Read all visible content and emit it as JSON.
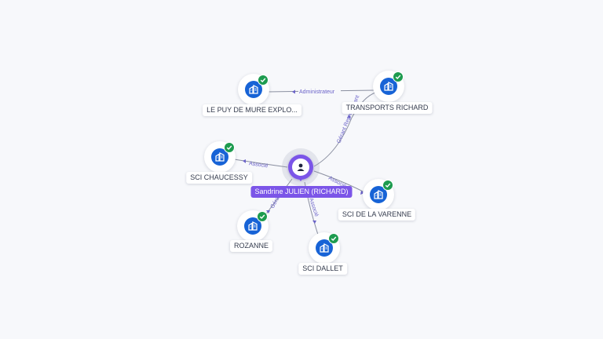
{
  "center": {
    "label": "Sandrine JULIEN (RICHARD)",
    "icon": "person-icon",
    "color": "#7b55e8"
  },
  "nodes": [
    {
      "id": "le-puy",
      "label": "LE PUY DE MURE EXPLO...",
      "icon": "company-building-icon",
      "verified": true
    },
    {
      "id": "transports-richard",
      "label": "TRANSPORTS RICHARD",
      "icon": "company-building-icon",
      "verified": true
    },
    {
      "id": "sci-chaucessy",
      "label": "SCI CHAUCESSY",
      "icon": "company-building-icon",
      "verified": true
    },
    {
      "id": "sci-varenne",
      "label": "SCI DE LA VARENNE",
      "icon": "company-building-icon",
      "verified": true
    },
    {
      "id": "rozanne",
      "label": "ROZANNE",
      "icon": "company-building-icon",
      "verified": true
    },
    {
      "id": "sci-dallet",
      "label": "SCI DALLET",
      "icon": "company-building-icon",
      "verified": true
    }
  ],
  "edges": [
    {
      "from": "transports-richard",
      "to": "le-puy",
      "label": "Administrateur"
    },
    {
      "from": "center",
      "to": "transports-richard",
      "label": "Gérant Représentant"
    },
    {
      "from": "center",
      "to": "sci-chaucessy",
      "label": "Associé"
    },
    {
      "from": "center",
      "to": "sci-varenne",
      "label": "Associé"
    },
    {
      "from": "center",
      "to": "rozanne",
      "label": "Gérant"
    },
    {
      "from": "center",
      "to": "sci-dallet",
      "label": "Associé"
    }
  ],
  "colors": {
    "company": "#1763d6",
    "verified": "#1d9b4f",
    "edge": "#8a8fa0",
    "edge_label": "#6b63c9",
    "background": "#f7f8fb"
  }
}
